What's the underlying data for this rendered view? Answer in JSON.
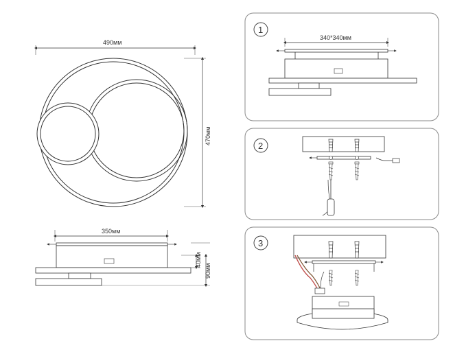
{
  "front_view": {
    "width_label": "490мм",
    "height_label": "470мм"
  },
  "side_view": {
    "mount_width_label": "350мм",
    "depth_label": "40мм",
    "total_height_label": "90мм"
  },
  "steps": [
    {
      "number": "1",
      "dimension_label": "340*340мм"
    },
    {
      "number": "2"
    },
    {
      "number": "3"
    }
  ],
  "colors": {
    "line": "#333333",
    "panel_border": "#8a8a8a",
    "wire_red": "#c0504d",
    "wire_brown": "#7a5230"
  }
}
